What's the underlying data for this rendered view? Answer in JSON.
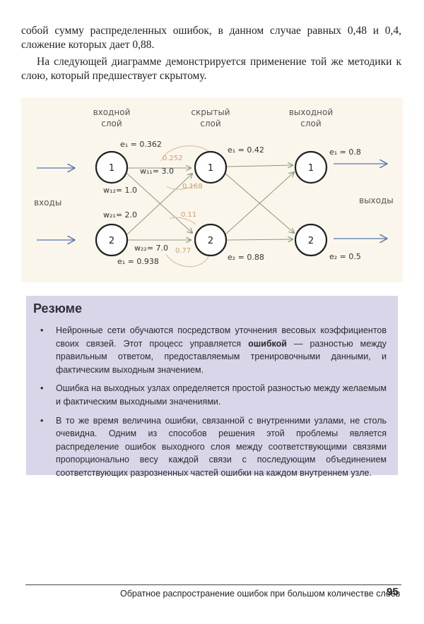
{
  "intro": {
    "p1": "собой сумму распределенных ошибок, в данном случае равных 0,48 и 0,4, сложение которых дает 0,88.",
    "p2": "На следующей диаграмме демонстрируется применение той же методики к слою, который предшествует скрытому."
  },
  "diagram": {
    "layer_input": [
      "входной",
      "слой"
    ],
    "layer_hidden": [
      "скрытый",
      "слой"
    ],
    "layer_output": [
      "выходной",
      "слой"
    ],
    "label_inputs": "входы",
    "label_outputs": "выходы",
    "node_in1": "1",
    "node_in2": "2",
    "node_h1": "1",
    "node_h2": "2",
    "node_o1": "1",
    "node_o2": "2",
    "e_in1": "e₁ = 0.362",
    "e_in2": "e₁ = 0.938",
    "e_h1": "e₁ = 0.42",
    "e_h2": "e₂ = 0.88",
    "e_o1": "e₁ = 0.8",
    "e_o2": "e₂ = 0.5",
    "w11": "w₁₁= 3.0",
    "w12": "w₁₂= 1.0",
    "w21": "w₂₁= 2.0",
    "w22": "w₂₂= 7.0",
    "split_0252": "0.252",
    "split_0168": "0.168",
    "split_011": "0.11",
    "split_077": "0.77"
  },
  "summary": {
    "title": "Резюме",
    "b1_pre": "Нейронные сети обучаются посредством уточнения весовых коэффициентов своих связей. Этот процесс управляется ",
    "b1_bold": "ошибкой",
    "b1_post": " — разностью между правильным ответом, предоставляемым тренировочными данными, и фактическим выходным значением.",
    "b2": "Ошибка на выходных узлах определяется простой разностью между желаемым и фактическим выходными значениями.",
    "b3": "В то же время величина ошибки, связанной с внутренними узлами, не столь очевидна. Одним из способов решения этой проблемы является распределение ошибок выходного слоя между соответствующими связями пропорционально весу каждой связи с последующим объединением соответствующих разрозненных частей ошибки на каждом внутреннем узле."
  },
  "footer": {
    "running_title": "Обратное распространение ошибок при большом количестве слоев",
    "page_number": "95"
  },
  "colors": {
    "background": "#ffffff",
    "summary_box": "#d9d6ea",
    "arrow_green": "#8a9a7a",
    "arrow_blue": "#5577aa",
    "error_orange": "#c9a06a",
    "diagram_bg": "#fbf6ec"
  }
}
